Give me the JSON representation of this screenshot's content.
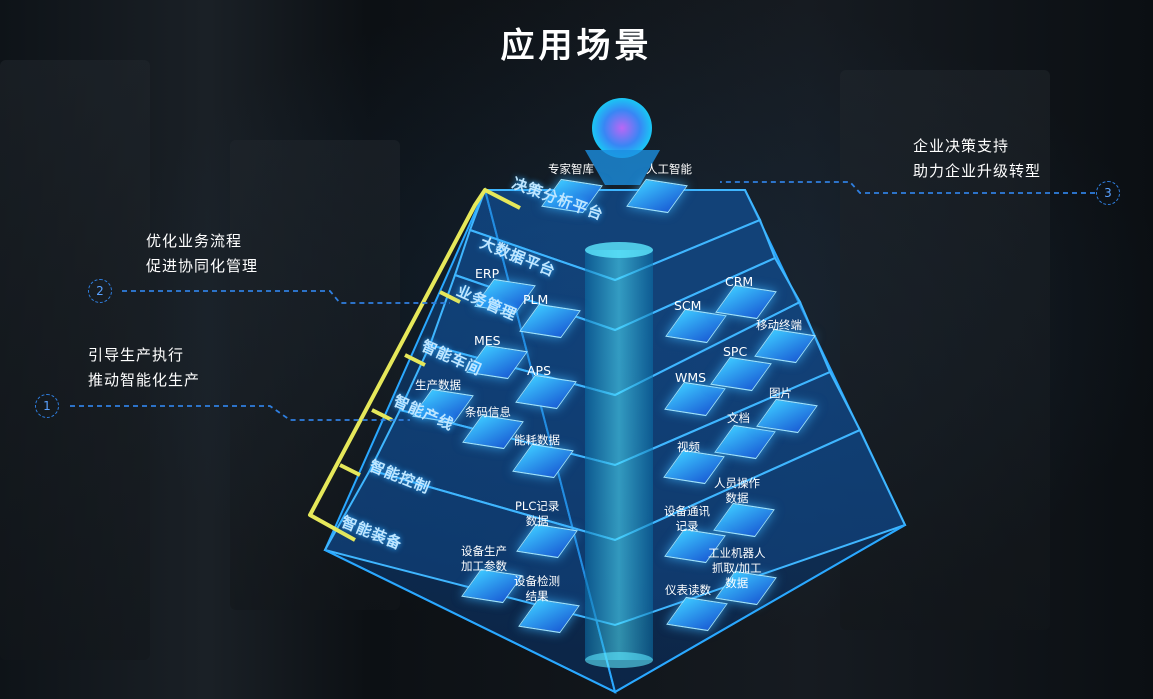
{
  "title": "应用场景",
  "callouts": [
    {
      "number": "1",
      "line1": "引导生产执行",
      "line2": "推动智能化生产"
    },
    {
      "number": "2",
      "line1": "优化业务流程",
      "line2": "促进协同化管理"
    },
    {
      "number": "3",
      "line1": "企业决策支持",
      "line2": "助力企业升级转型"
    }
  ],
  "layers": [
    "决策分析平台",
    "大数据平台",
    "业务管理",
    "智能车间",
    "智能产线",
    "智能控制",
    "智能装备"
  ],
  "items": {
    "expert": "专家智库",
    "ai": "人工智能",
    "erp": "ERP",
    "plm": "PLM",
    "scm": "SCM",
    "crm": "CRM",
    "mobile": "移动终端",
    "mes": "MES",
    "aps": "APS",
    "wms": "WMS",
    "spc": "SPC",
    "production_data": "生产数据",
    "barcode": "条码信息",
    "energy": "能耗数据",
    "document": "文档",
    "image": "图片",
    "video": "视频",
    "operator": [
      "人员操作",
      "数据"
    ],
    "device_comm": [
      "设备通讯",
      "记录"
    ],
    "plc": [
      "PLC记录",
      "数据"
    ],
    "device_params": [
      "设备生产",
      "加工参数"
    ],
    "inspection": [
      "设备检测",
      "结果"
    ],
    "instrument": "仪表读数",
    "robot": [
      "工业机器人",
      "抓取/加工",
      "数据"
    ]
  },
  "colors": {
    "accent": "#2aa8ff",
    "bracket": "#e6e85a",
    "callout_line": "#2f7fe0"
  }
}
